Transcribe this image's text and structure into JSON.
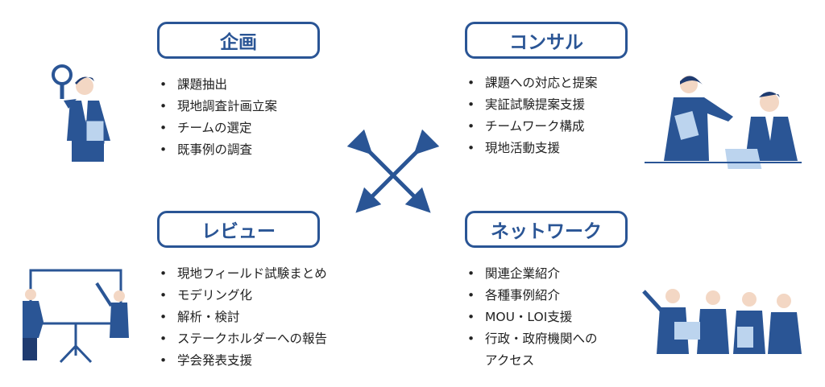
{
  "sections": [
    {
      "title": "企画",
      "items": [
        "課題抽出",
        "現地調査計画立案",
        "チームの選定",
        "既事例の調査"
      ]
    },
    {
      "title": "コンサル",
      "items": [
        "課題への対応と提案",
        "実証試験提案支援",
        "チームワーク構成",
        "現地活動支援"
      ]
    },
    {
      "title": "レビュー",
      "items": [
        "現地フィールド試験まとめ",
        "モデリング化",
        "解析・検討",
        "ステークホルダーへの報告",
        "学会発表支援"
      ]
    },
    {
      "title": "ネットワーク",
      "items": [
        "関連企業紹介",
        "各種事例紹介",
        "MOU・LOI支援",
        "行政・政府機関への",
        "アクセス"
      ]
    }
  ],
  "colors": {
    "accent": "#2a5595"
  }
}
